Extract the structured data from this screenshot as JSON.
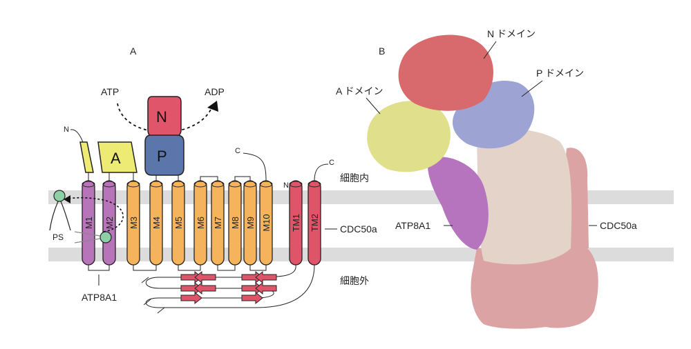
{
  "panel_a": {
    "panel_label": "A",
    "atp_label": "ATP",
    "adp_label": "ADP",
    "domain_n": "N",
    "domain_p": "P",
    "domain_a": "A",
    "n_terminus": "N",
    "c_terminus_atp8a1": "C",
    "n_terminus_cdc50a": "N",
    "c_terminus_cdc50a": "C",
    "intracellular": "細胞内",
    "extracellular": "細胞外",
    "ps_label": "PS",
    "atp8a1_label": "ATP8A1",
    "cdc50a_label": "CDC50a",
    "atp8a1_helices": [
      "M1",
      "M2",
      "M3",
      "M4",
      "M5",
      "M6",
      "M7",
      "M8",
      "M9",
      "M10"
    ],
    "cdc50a_helices": [
      "TM1",
      "TM2"
    ]
  },
  "panel_b": {
    "panel_label": "B",
    "n_domain_label": "N ドメイン",
    "p_domain_label": "P ドメイン",
    "a_domain_label": "A ドメイン",
    "atp8a1_label": "ATP8A1",
    "cdc50a_label": "CDC50a"
  },
  "colors": {
    "m1_m2": "#b874b8",
    "m3_m10": "#f5b45c",
    "cdc50a_helix": "#e0546a",
    "domain_n": "#e0556a",
    "domain_p": "#5b76aa",
    "domain_a": "#eeeb75",
    "membrane": "#dcdcdc",
    "lipid_head": "#8ed0a5",
    "map_n": "#d8696c",
    "map_p": "#9da4d4",
    "map_a": "#e0df8c",
    "map_atp8a1": "#b673be",
    "map_core": "#e4d3c8",
    "map_cdc50a": "#dba3a3"
  }
}
